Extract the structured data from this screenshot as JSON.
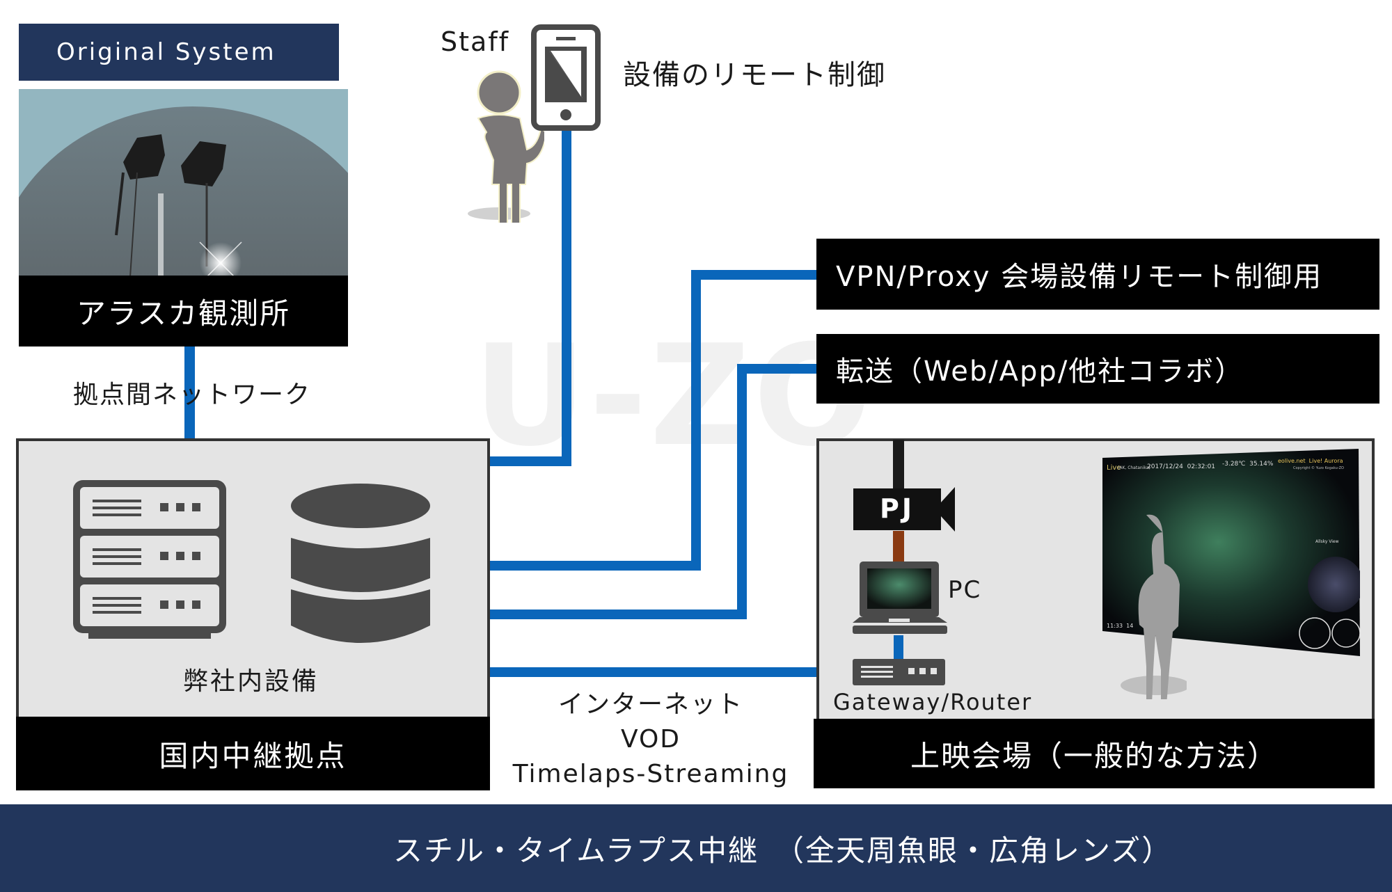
{
  "header": {
    "title": "Original System"
  },
  "observatory": {
    "label": "アラスカ観測所",
    "photo_alt": "all-sky fisheye cameras under dome"
  },
  "network_link": {
    "label": "拠点間ネットワーク"
  },
  "staff": {
    "label": "Staff",
    "remote_control_label": "設備のリモート制御"
  },
  "watermark": {
    "text": "U-ZO"
  },
  "services": [
    {
      "label": "VPN/Proxy 会場設備リモート制御用"
    },
    {
      "label": "転送（Web/App/他社コラボ）"
    }
  ],
  "relay_site": {
    "equipment_label": "弊社内設備",
    "label": "国内中継拠点"
  },
  "internet_link": {
    "lines": [
      "インターネット",
      "VOD",
      "Timelaps-Streaming"
    ]
  },
  "venue": {
    "projector_label": "PJ",
    "pc_label": "PC",
    "router_label": "Gateway/Router",
    "label": "上映会場（一般的な方法）",
    "screen": {
      "live_label": "Live",
      "location": "(AK, Chatanika)",
      "datetime": "2017/12/24  02:32:01",
      "weather": "-3.28℃  35.14%",
      "brand": "eolive.net  Live! Aurora",
      "copyright": "Copyright © Yuzo Kogaku-ZO",
      "allsky_label": "Allsky View",
      "footer": "11:33  14"
    }
  },
  "banner": {
    "text": "スチル・タイムラプス中継　（全天周魚眼・広角レンズ）"
  },
  "colors": {
    "navy": "#22365c",
    "link_blue": "#0a66ba",
    "panel_grey": "#e4e4e4",
    "icon_grey": "#4a4a4a",
    "hdmi_brown": "#8a3a12"
  }
}
